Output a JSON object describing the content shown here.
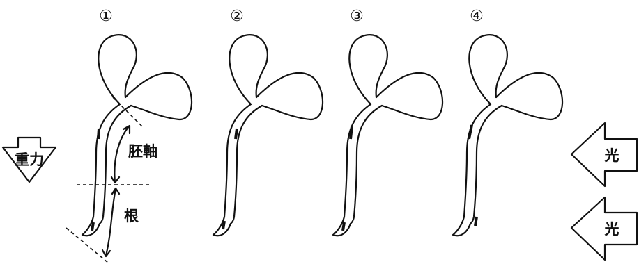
{
  "panels": [
    {
      "number": "①"
    },
    {
      "number": "②"
    },
    {
      "number": "③"
    },
    {
      "number": "④"
    }
  ],
  "labels": {
    "gravity": "重力",
    "hypocotyl": "胚軸",
    "root": "根",
    "light_top": "光",
    "light_bottom": "光"
  }
}
